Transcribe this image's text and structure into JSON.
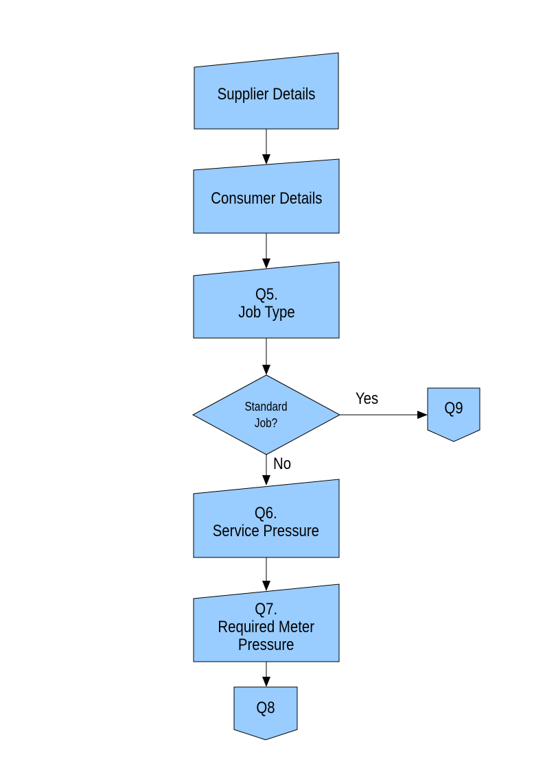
{
  "diagram": {
    "colors": {
      "shape_fill": "#99ccff",
      "shape_border": "#000000",
      "connector": "#000000",
      "page_background": "#ffffff"
    },
    "nodes": {
      "supplier": {
        "shape": "manual-input",
        "lines": [
          "Supplier Details"
        ]
      },
      "consumer": {
        "shape": "manual-input",
        "lines": [
          "Consumer Details"
        ]
      },
      "q5": {
        "shape": "manual-input",
        "lines": [
          "Q5.",
          "Job Type"
        ]
      },
      "standard_job": {
        "shape": "decision",
        "lines": [
          "Standard",
          "Job?"
        ]
      },
      "q9": {
        "shape": "off-page-connector",
        "lines": [
          "Q9"
        ]
      },
      "q6": {
        "shape": "manual-input",
        "lines": [
          "Q6.",
          "Service Pressure"
        ]
      },
      "q7": {
        "shape": "manual-input",
        "lines": [
          "Q7.",
          "Required Meter",
          "Pressure"
        ]
      },
      "q8": {
        "shape": "off-page-connector",
        "lines": [
          "Q8"
        ]
      }
    },
    "edges": [
      {
        "from": "supplier",
        "to": "consumer",
        "label": ""
      },
      {
        "from": "consumer",
        "to": "q5",
        "label": ""
      },
      {
        "from": "q5",
        "to": "standard_job",
        "label": ""
      },
      {
        "from": "standard_job",
        "to": "q9",
        "label": "Yes"
      },
      {
        "from": "standard_job",
        "to": "q6",
        "label": "No"
      },
      {
        "from": "q6",
        "to": "q7",
        "label": ""
      },
      {
        "from": "q7",
        "to": "q8",
        "label": ""
      }
    ]
  }
}
